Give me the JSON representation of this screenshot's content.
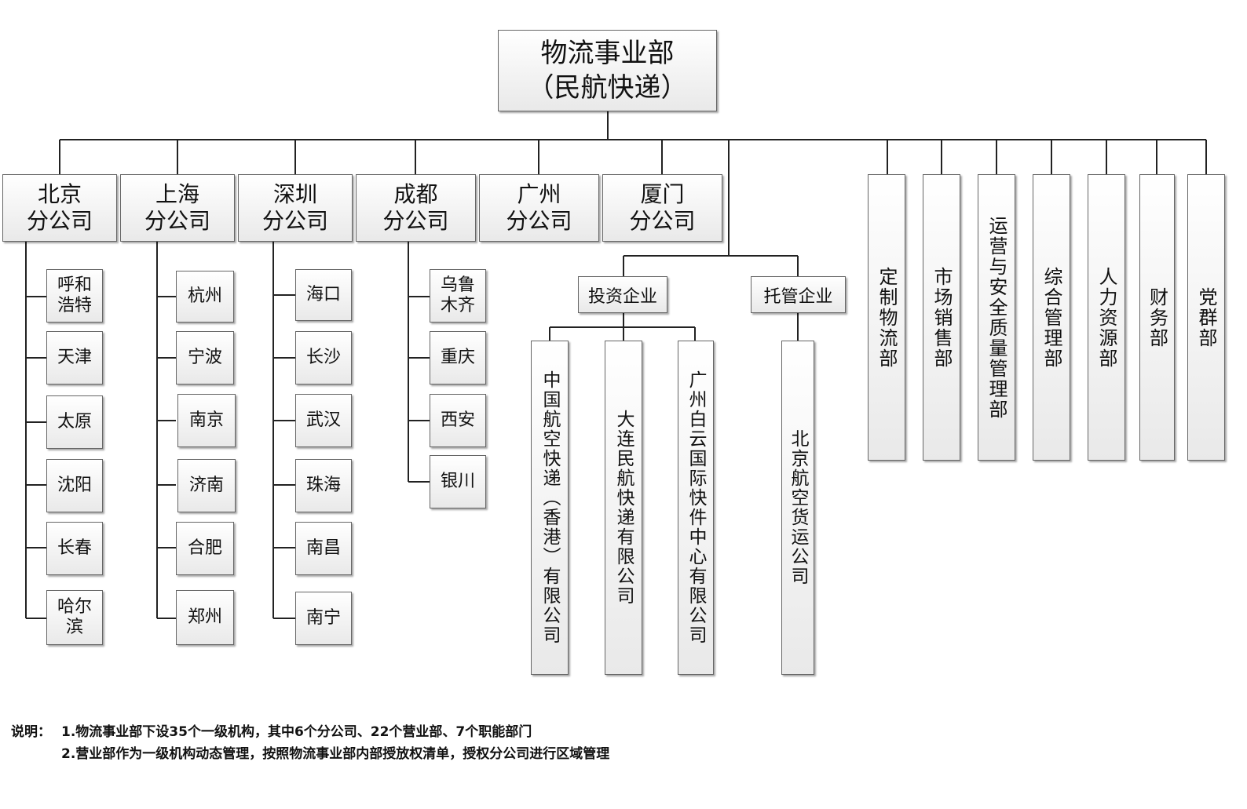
{
  "root": {
    "line1": "物流事业部",
    "line2": "（民航快递）"
  },
  "branches": [
    {
      "line1": "北京",
      "line2": "分公司",
      "subs": [
        [
          "呼和",
          "浩特"
        ],
        [
          "天津"
        ],
        [
          "太原"
        ],
        [
          "沈阳"
        ],
        [
          "长春"
        ],
        [
          "哈尔",
          "滨"
        ]
      ]
    },
    {
      "line1": "上海",
      "line2": "分公司",
      "subs": [
        [
          "杭州"
        ],
        [
          "宁波"
        ],
        [
          "南京"
        ],
        [
          "济南"
        ],
        [
          "合肥"
        ],
        [
          "郑州"
        ]
      ]
    },
    {
      "line1": "深圳",
      "line2": "分公司",
      "subs": [
        [
          "海口"
        ],
        [
          "长沙"
        ],
        [
          "武汉"
        ],
        [
          "珠海"
        ],
        [
          "南昌"
        ],
        [
          "南宁"
        ]
      ]
    },
    {
      "line1": "成都",
      "line2": "分公司",
      "subs": [
        [
          "乌鲁",
          "木齐"
        ],
        [
          "重庆"
        ],
        [
          "西安"
        ],
        [
          "银川"
        ]
      ]
    },
    {
      "line1": "广州",
      "line2": "分公司",
      "subs": []
    },
    {
      "line1": "厦门",
      "line2": "分公司",
      "subs": []
    }
  ],
  "investment": {
    "label": "投资企业",
    "companies": [
      "中国航空快递（香港）有限公司",
      "大连民航快递有限公司",
      "广州白云国际快件中心有限公司"
    ]
  },
  "trusteeship": {
    "label": "托管企业",
    "companies": [
      "北京航空货运公司"
    ]
  },
  "departments": [
    "定制物流部",
    "市场销售部",
    "运营与安全质量管理部",
    "综合管理部",
    "人力资源部",
    "财务部",
    "党群部"
  ],
  "notes": {
    "prefix": "说明：",
    "line1": "1.物流事业部下设35个一级机构，其中6个分公司、22个营业部、7个职能部门",
    "line2": "2.营业部作为一级机构动态管理，按照物流事业部内部授放权清单，授权分公司进行区域管理"
  }
}
